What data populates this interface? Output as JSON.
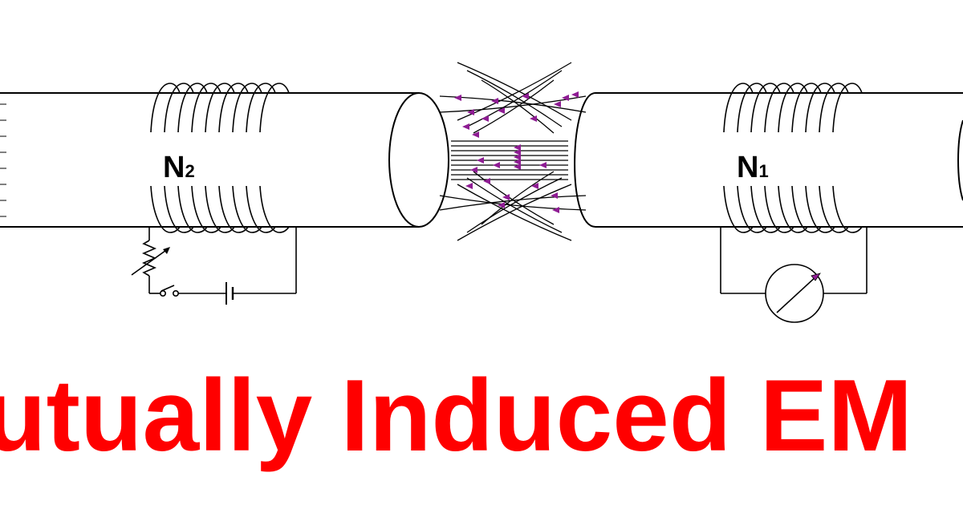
{
  "coils": [
    {
      "id": "secondary",
      "letter": "N",
      "subscript": "2"
    },
    {
      "id": "primary",
      "letter": "N",
      "subscript": "1"
    }
  ],
  "title": "utually Induced EM",
  "colors": {
    "title": "#ff0000",
    "field_arrows": "#8e1c93",
    "lines": "#000000",
    "background": "#ffffff"
  }
}
